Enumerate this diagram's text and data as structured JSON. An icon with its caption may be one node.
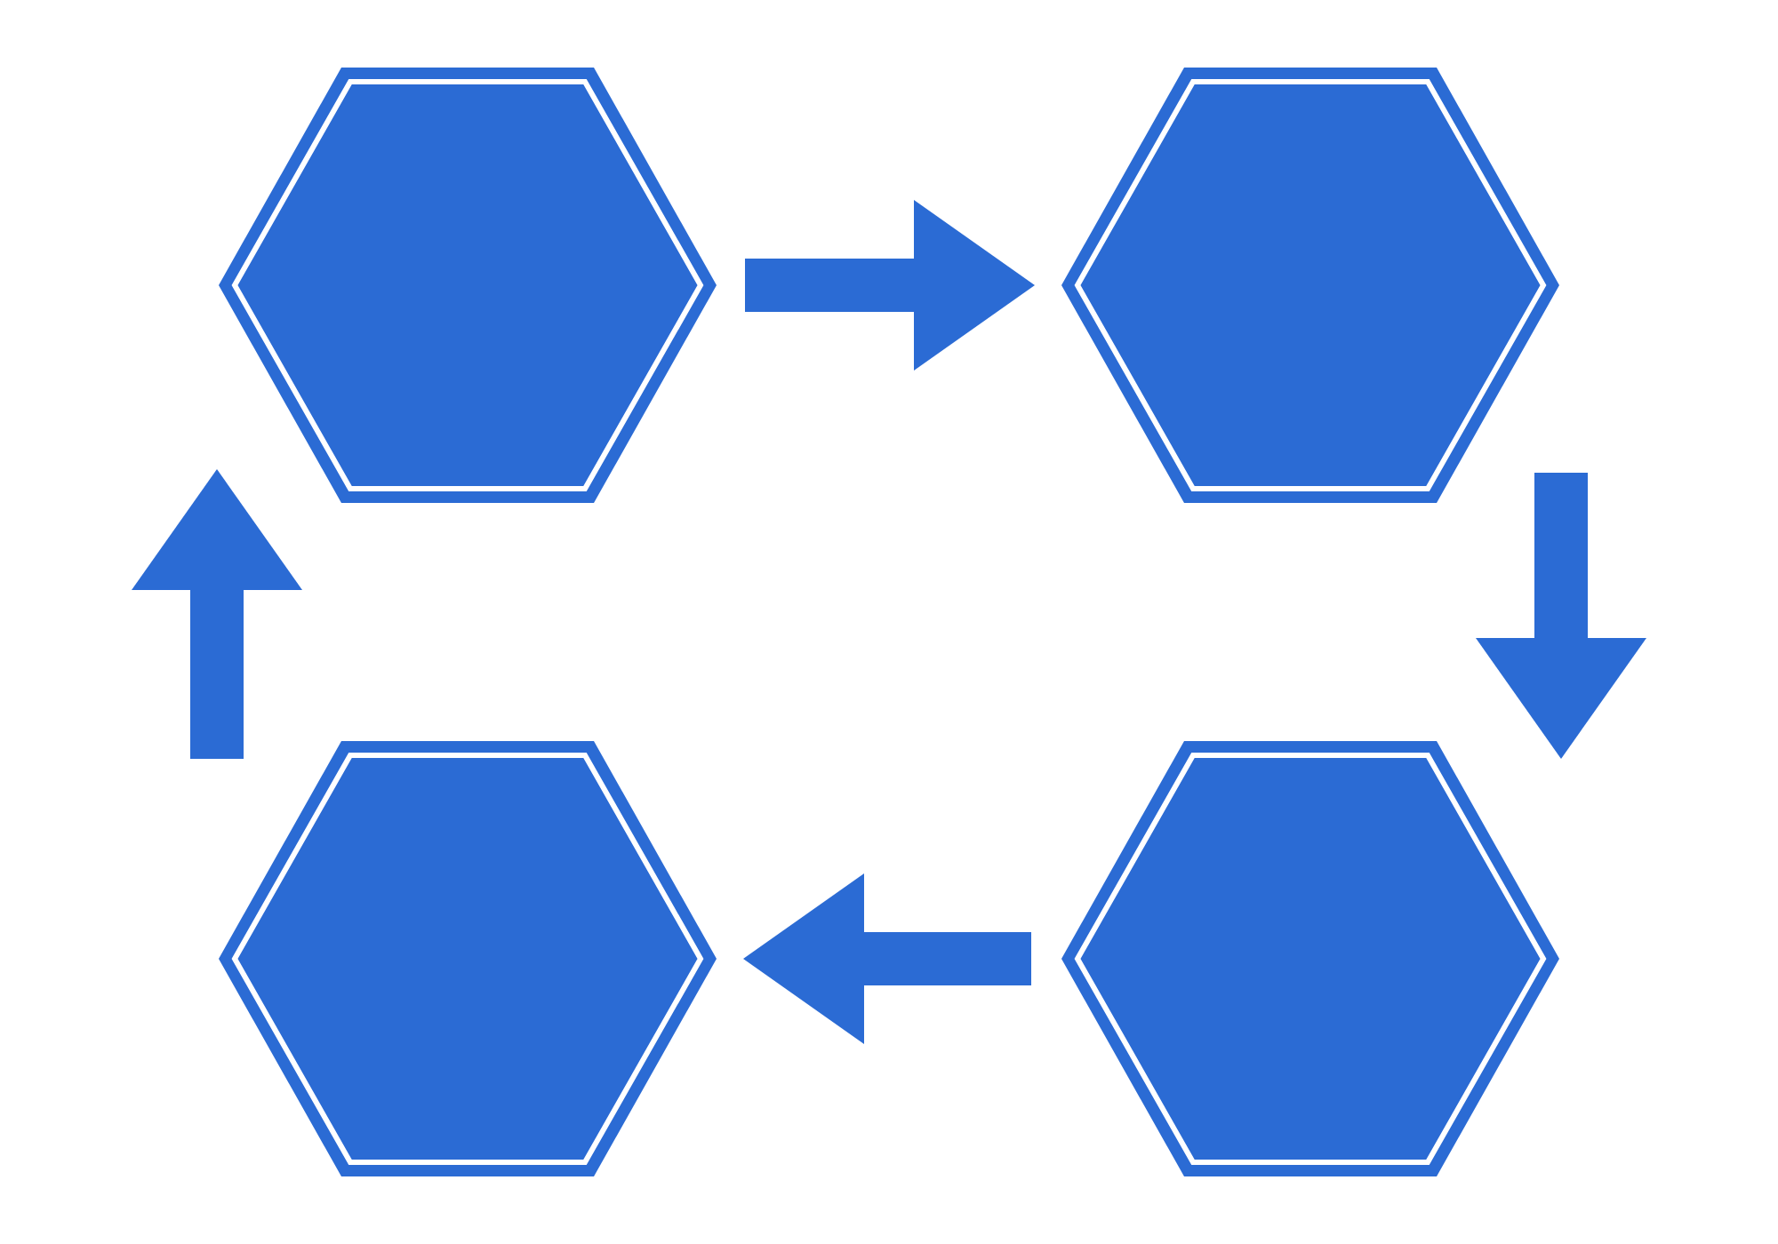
{
  "diagram": {
    "nodes": [
      {
        "text": [],
        "shape": "hexagon"
      },
      {
        "text": [],
        "shape": "hexagon"
      },
      {
        "text": [],
        "shape": "hexagon"
      },
      {
        "text": [],
        "shape": "hexagon"
      }
    ],
    "edges": [
      {
        "from": 0,
        "to": 1,
        "arrow": "to"
      },
      {
        "from": 1,
        "to": 3,
        "arrow": "to"
      },
      {
        "from": 3,
        "to": 2,
        "arrow": "to"
      },
      {
        "from": 2,
        "to": 0,
        "arrow": "to"
      }
    ]
  }
}
